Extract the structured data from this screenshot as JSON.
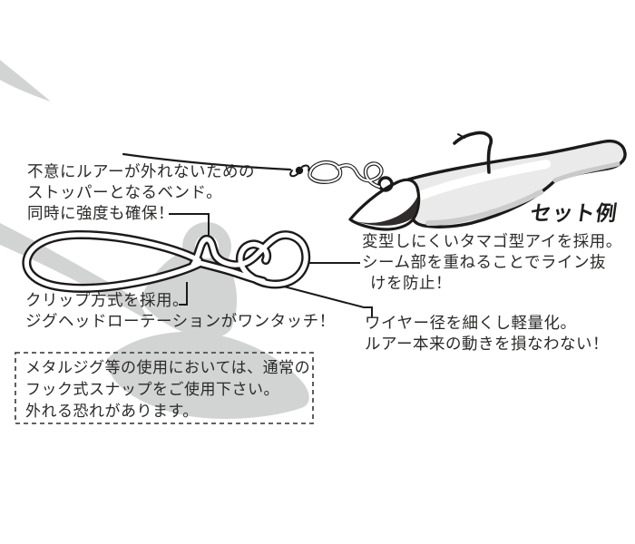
{
  "annotations": {
    "bend": {
      "lines": [
        "不意にルアーが外れないための",
        "ストッパーとなるベンド。",
        "同時に強度も確保！"
      ]
    },
    "eye": {
      "lines": [
        "変型しにくいタマゴ型アイを採用。",
        "シーム部を重ねることでライン抜",
        "けを防止！"
      ]
    },
    "clip": {
      "lines": [
        "クリップ方式を採用。",
        "ジグヘッドローテーションがワンタッチ！"
      ]
    },
    "wire": {
      "lines": [
        "ワイヤー径を細くし軽量化。",
        "ルアー本来の動きを損なわない！"
      ]
    },
    "set_example_label": "セット例"
  },
  "caution_box": {
    "lines": [
      "メタルジグ等の使用においては、通常の",
      "フック式スナップをご使用下さい。",
      "外れる恐れがあります。"
    ]
  },
  "colors": {
    "ink": "#2a2a28",
    "line_art": "#1c1a19",
    "watermark": "#d2d3d3",
    "lure_fill": "#eaeaea",
    "dark_base": "#2f2c2b"
  }
}
